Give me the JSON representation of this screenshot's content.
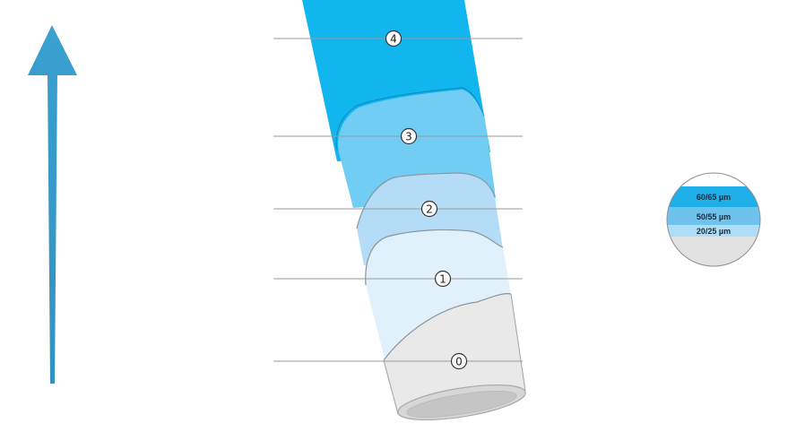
{
  "diagram": {
    "layers": [
      {
        "number": "0",
        "color": "#e9e9e9"
      },
      {
        "number": "1",
        "color": "#e1f1fb"
      },
      {
        "number": "2",
        "color": "#b5dcf7"
      },
      {
        "number": "3",
        "color": "#72cdf4"
      },
      {
        "number": "4",
        "color": "#12b6ef"
      }
    ],
    "legend": {
      "items": [
        {
          "label": "60/65 µm",
          "color": "#1eaee8"
        },
        {
          "label": "50/55 µm",
          "color": "#6ec3ec"
        },
        {
          "label": "20/25 µm",
          "color": "#aeddf7"
        }
      ]
    },
    "colors": {
      "arrow": "#3aa0cf",
      "guide_line": "#9a9a9a",
      "base": "#e9e9e9"
    }
  }
}
